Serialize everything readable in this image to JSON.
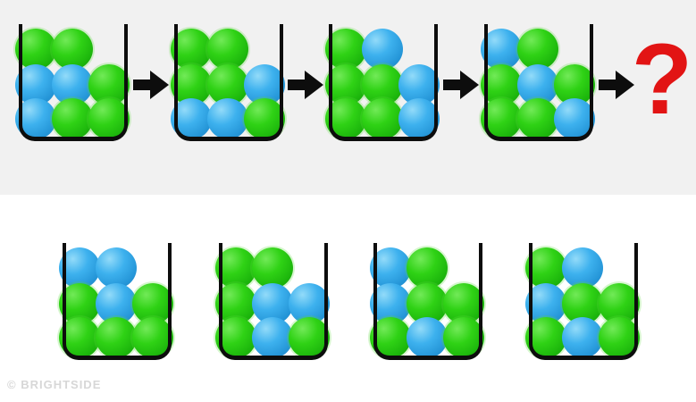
{
  "colors": {
    "green": "#22c50f",
    "blue": "#2ea9e8",
    "outline": "#0d0d0d",
    "question_red": "#e21414",
    "panel_top_bg": "#f1f1f1",
    "panel_bottom_bg": "#ffffff",
    "watermark_gray": "#d7d7d7"
  },
  "legend": {
    "G": "green",
    "B": "blue"
  },
  "sequence": {
    "question_mark": "?",
    "arrow_icon": "arrow-right-icon",
    "cups": [
      {
        "name": "sequence-cup-1",
        "rows": [
          [
            "G",
            "G",
            null
          ],
          [
            "B",
            "B",
            "G"
          ],
          [
            "B",
            "G",
            "G"
          ]
        ]
      },
      {
        "name": "sequence-cup-2",
        "rows": [
          [
            "G",
            "G",
            null
          ],
          [
            "G",
            "G",
            "B"
          ],
          [
            "B",
            "B",
            "G"
          ]
        ]
      },
      {
        "name": "sequence-cup-3",
        "rows": [
          [
            "G",
            "B",
            null
          ],
          [
            "G",
            "G",
            "B"
          ],
          [
            "G",
            "G",
            "B"
          ]
        ]
      },
      {
        "name": "sequence-cup-4",
        "rows": [
          [
            "B",
            "G",
            null
          ],
          [
            "G",
            "B",
            "G"
          ],
          [
            "G",
            "G",
            "B"
          ]
        ]
      }
    ]
  },
  "options": {
    "cups": [
      {
        "name": "option-cup-1",
        "rows": [
          [
            "B",
            "B",
            null
          ],
          [
            "G",
            "B",
            "G"
          ],
          [
            "G",
            "G",
            "G"
          ]
        ]
      },
      {
        "name": "option-cup-2",
        "rows": [
          [
            "G",
            "G",
            null
          ],
          [
            "G",
            "B",
            "B"
          ],
          [
            "G",
            "B",
            "G"
          ]
        ]
      },
      {
        "name": "option-cup-3",
        "rows": [
          [
            "B",
            "G",
            null
          ],
          [
            "B",
            "G",
            "G"
          ],
          [
            "G",
            "B",
            "G"
          ]
        ]
      },
      {
        "name": "option-cup-4",
        "rows": [
          [
            "G",
            "B",
            null
          ],
          [
            "B",
            "G",
            "G"
          ],
          [
            "G",
            "B",
            "G"
          ]
        ]
      }
    ]
  },
  "watermark": "© BRIGHTSIDE"
}
